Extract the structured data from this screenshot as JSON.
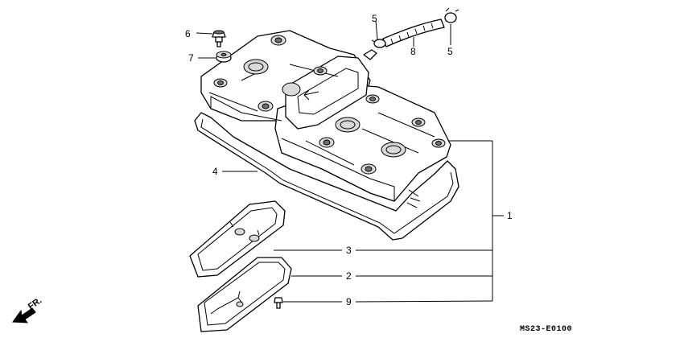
{
  "diagram": {
    "callouts": [
      {
        "id": "c1",
        "label": "1"
      },
      {
        "id": "c2",
        "label": "2"
      },
      {
        "id": "c3",
        "label": "3"
      },
      {
        "id": "c4",
        "label": "4"
      },
      {
        "id": "c5a",
        "label": "5"
      },
      {
        "id": "c5b",
        "label": "5"
      },
      {
        "id": "c6",
        "label": "6"
      },
      {
        "id": "c7",
        "label": "7"
      },
      {
        "id": "c8",
        "label": "8"
      },
      {
        "id": "c9",
        "label": "9"
      }
    ],
    "front_marker": "FR.",
    "drawing_code": "MS23-E0100"
  }
}
